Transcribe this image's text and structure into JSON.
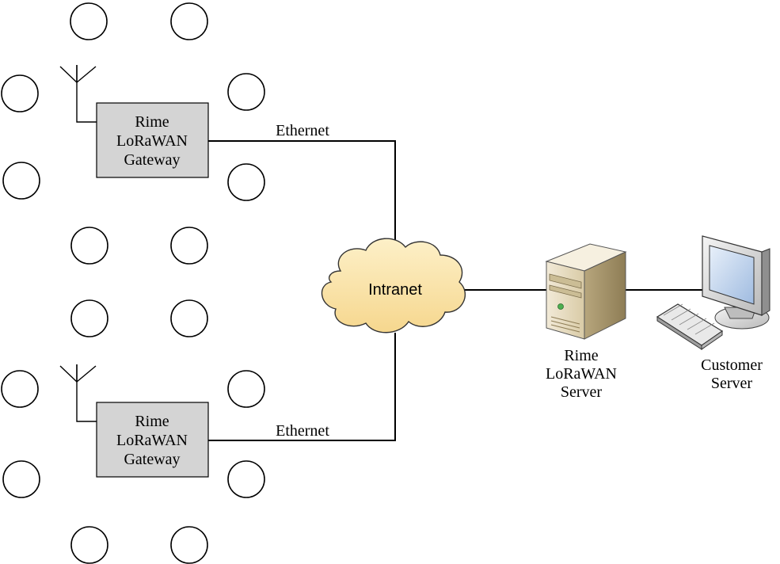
{
  "gateways": [
    {
      "lines": [
        "Rime",
        "LoRaWAN",
        "Gateway"
      ],
      "link_label": "Ethernet"
    },
    {
      "lines": [
        "Rime",
        "LoRaWAN",
        "Gateway"
      ],
      "link_label": "Ethernet"
    }
  ],
  "cloud": {
    "label": "Intranet"
  },
  "server": {
    "lines": [
      "Rime",
      "LoRaWAN",
      "Server"
    ]
  },
  "customer": {
    "lines": [
      "Customer",
      "Server"
    ]
  },
  "colors": {
    "gateway_fill": "#d4d4d4",
    "cloud_fill": "#fbe3a6",
    "server_body": "#e6dcc2",
    "monitor_screen": "#b8cde8"
  }
}
